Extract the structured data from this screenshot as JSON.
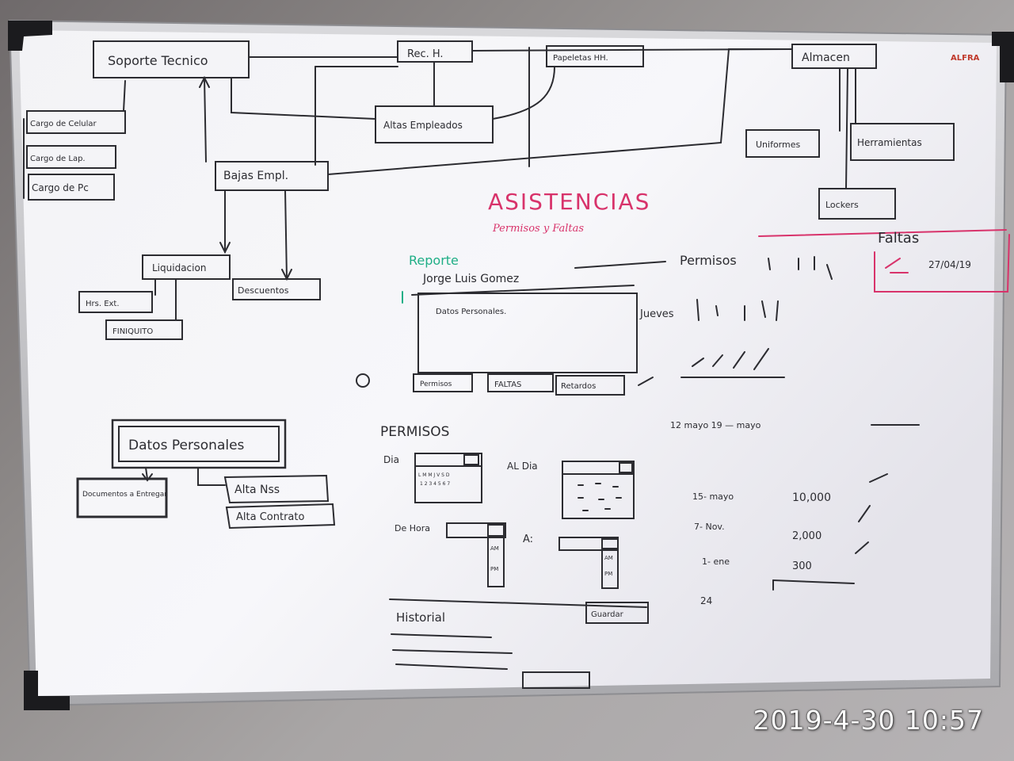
{
  "whiteboard": {
    "brand": "ALFRA",
    "top_boxes": [
      "Soporte Tecnico",
      "Rec. H.",
      "Papeletas HH.",
      "Almacen"
    ],
    "middle_boxes": [
      "Altas Empleados",
      "Bajas Empl."
    ],
    "left_boxes": [
      "Cargo de Celular",
      "Cargo de Lap.",
      "Cargo de Pc"
    ],
    "store_boxes": [
      "Uniformes",
      "Herramientas",
      "Lockers"
    ],
    "payroll": {
      "liquidacion": "Liquidacion",
      "descuentos": "Descuentos",
      "hrs_ext": "Hrs. Ext.",
      "finiquito": "FINIQUITO"
    },
    "asistencias": {
      "title": "ASISTENCIAS",
      "subtitle": "Permisos y Faltas",
      "reporte": "Reporte",
      "person": "Jorge Luis Gomez",
      "datos_box": "Datos Personales.",
      "buttons": [
        "Permisos",
        "FALTAS",
        "Retardos"
      ],
      "permisos_line": "Permisos",
      "jueves_line": "Jueves",
      "faltas_title": "Faltas",
      "faltas_date": "27/04/19"
    },
    "datos_personales": {
      "title": "Datos Personales",
      "docs": "Documentos a Entregar",
      "alta_nss": "Alta Nss",
      "alta_contrato": "Alta Contrato"
    },
    "permisos_form": {
      "title": "PERMISOS",
      "dia": "Dia",
      "al_dia": "AL Dia",
      "de_hora": "De Hora",
      "a": "A:",
      "am": "AM",
      "pm": "PM",
      "historial": "Historial",
      "guardar": "Guardar",
      "cal_row1": "L M M J V S D",
      "cal_row2": "1 2 3 4 5 6 7"
    },
    "ledger": {
      "header": "12 mayo 19 — mayo",
      "rows": [
        {
          "date": "15- mayo",
          "amount": "10,000"
        },
        {
          "date": "7- Nov.",
          "amount": "2,000"
        },
        {
          "date": "1- ene",
          "amount": "300"
        }
      ],
      "footer": "24"
    }
  },
  "timestamp": "2019-4-30 10:57",
  "colors": {
    "marker_black": "#2c2c31",
    "marker_red": "#d8336b",
    "marker_green": "#1fae86"
  }
}
